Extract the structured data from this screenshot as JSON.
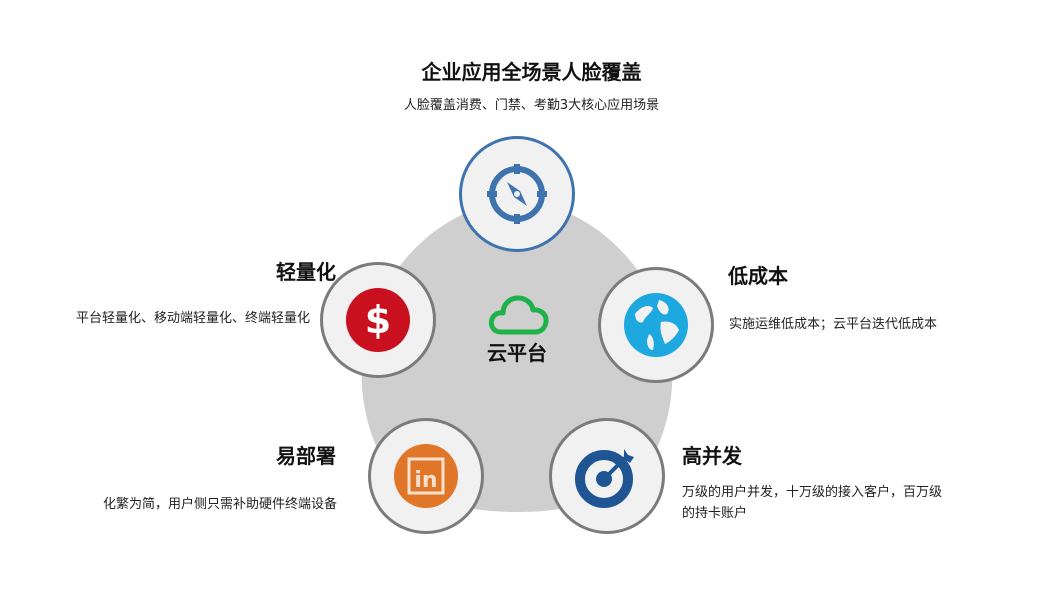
{
  "header": {
    "title": "企业应用全场景人脸覆盖",
    "subtitle": "人脸覆盖消费、门禁、考勤3大核心应用场景"
  },
  "center": {
    "icon": "cloud-icon",
    "label": "云平台",
    "icon_color": "#20b24a",
    "background_color": "#cfcfcf"
  },
  "nodes": [
    {
      "id": "top",
      "icon": "compass-icon",
      "color": "#3f73ad",
      "heading": "企业应用全场景人脸覆盖",
      "description": "人脸覆盖消费、门禁、考勤3大核心应用场景"
    },
    {
      "id": "left",
      "icon": "dollar-icon",
      "color": "#c8101e",
      "heading": "轻量化",
      "description": "平台轻量化、移动端轻量化、终端轻量化"
    },
    {
      "id": "right",
      "icon": "globe-icon",
      "color": "#1ea8e0",
      "heading": "低成本",
      "description": "实施运维低成本；云平台迭代低成本"
    },
    {
      "id": "bottom-left",
      "icon": "linkedin-icon",
      "color": "#e07628",
      "heading": "易部署",
      "description": "化繁为简，用户侧只需补助硬件终端设备"
    },
    {
      "id": "bottom-right",
      "icon": "target-icon",
      "color": "#1e5592",
      "heading": "高并发",
      "description_line1": "万级的用户并发，十万级的接入客户，百万级",
      "description_line2": "的持卡账户"
    }
  ]
}
